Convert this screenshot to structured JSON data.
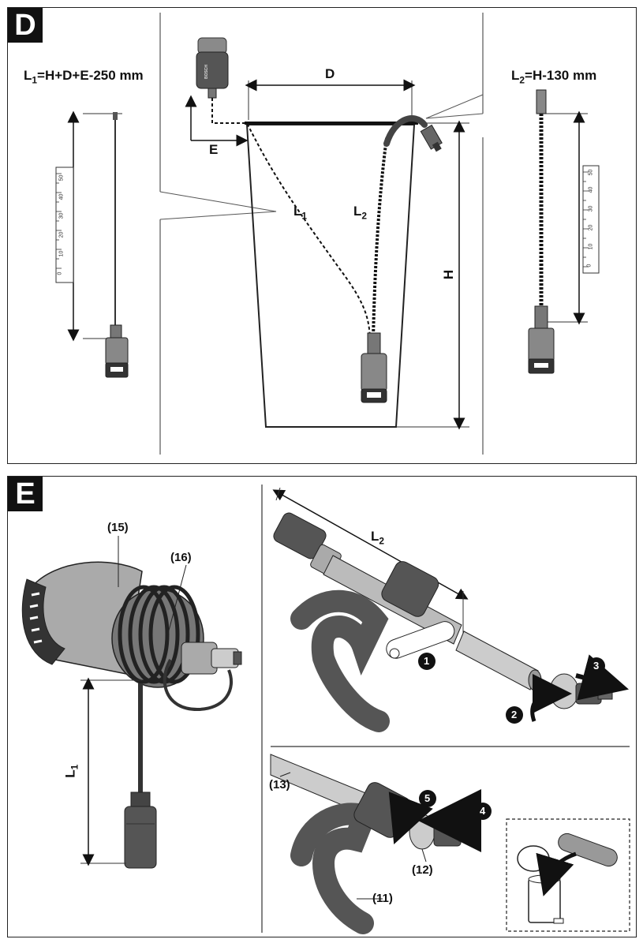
{
  "panel_d": {
    "badge": "D",
    "formula_l1": {
      "main": "L",
      "sub": "1",
      "rest": "=H+D+E-250 mm"
    },
    "formula_l2": {
      "main": "L",
      "sub": "2",
      "rest": "=H-130 mm"
    },
    "label_d": "D",
    "label_e": "E",
    "label_h": "H",
    "label_l1": {
      "main": "L",
      "sub": "1"
    },
    "label_l2": {
      "main": "L",
      "sub": "2"
    },
    "sensor_brand": "BOSCH",
    "ruler_ticks": [
      "0",
      "10",
      "20",
      "30",
      "40",
      "50"
    ]
  },
  "panel_e": {
    "badge": "E",
    "part_15": "(15)",
    "part_16": "(16)",
    "part_13": "(13)",
    "part_12": "(12)",
    "part_11": "(11)",
    "label_l1": {
      "main": "L",
      "sub": "1"
    },
    "label_l2": {
      "main": "L",
      "sub": "2"
    },
    "steps": [
      "1",
      "2",
      "3",
      "4",
      "5"
    ]
  }
}
